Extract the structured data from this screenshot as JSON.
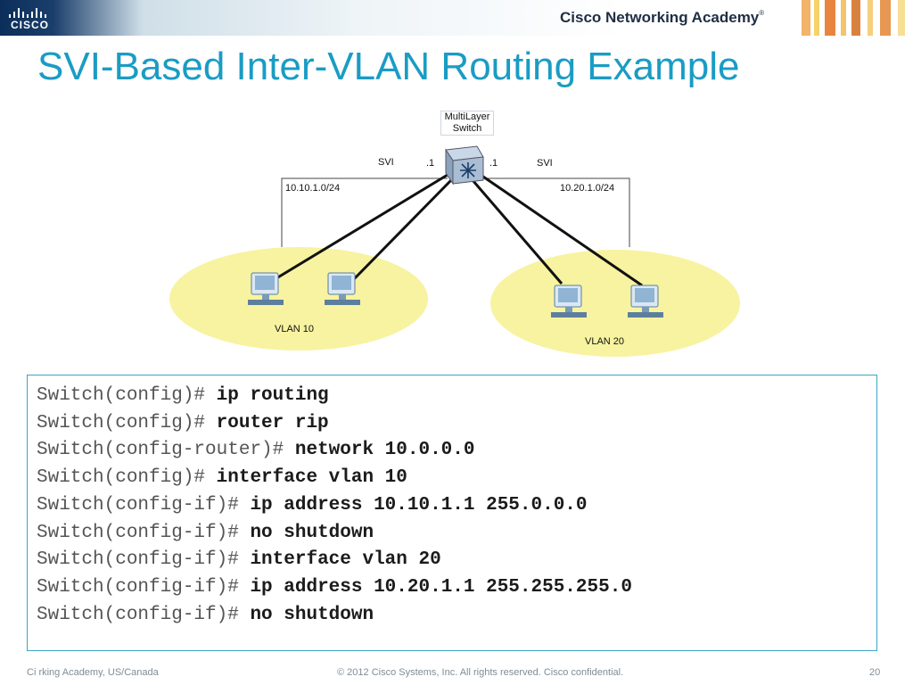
{
  "header": {
    "logo_text": "CISCO",
    "brand": "Cisco Networking Academy",
    "brand_mark": "®"
  },
  "title": "SVI-Based Inter-VLAN Routing Example",
  "diagram": {
    "switch_label_line1": "MultiLayer",
    "switch_label_line2": "Switch",
    "left_svi": "SVI",
    "left_dot": ".1",
    "right_dot": ".1",
    "right_svi": "SVI",
    "left_subnet": "10.10.1.0/24",
    "right_subnet": "10.20.1.0/24",
    "left_vlan": "VLAN 10",
    "right_vlan": "VLAN 20",
    "colors": {
      "vlan_area": "#f7f3a0",
      "link": "#111111",
      "device": "#7fa6c6"
    }
  },
  "config": [
    {
      "prompt": "Switch(config)# ",
      "cmd": "ip routing"
    },
    {
      "prompt": "Switch(config)# ",
      "cmd": "router rip"
    },
    {
      "prompt": "Switch(config-router)# ",
      "cmd": "network 10.0.0.0"
    },
    {
      "prompt": "Switch(config)# ",
      "cmd": "interface vlan 10"
    },
    {
      "prompt": "Switch(config-if)# ",
      "cmd": "ip address 10.10.1.1 255.0.0.0"
    },
    {
      "prompt": "Switch(config-if)# ",
      "cmd": "no shutdown"
    },
    {
      "prompt": "Switch(config-if)# ",
      "cmd": "interface vlan 20"
    },
    {
      "prompt": "Switch(config-if)# ",
      "cmd": "ip address 10.20.1.1 255.255.255.0"
    },
    {
      "prompt": "Switch(config-if)# ",
      "cmd": "no shutdown"
    }
  ],
  "footer": {
    "left": "Ci        rking Academy, US/Canada",
    "center": "© 2012 Cisco Systems, Inc. All rights reserved. Cisco confidential.",
    "page": "20"
  }
}
